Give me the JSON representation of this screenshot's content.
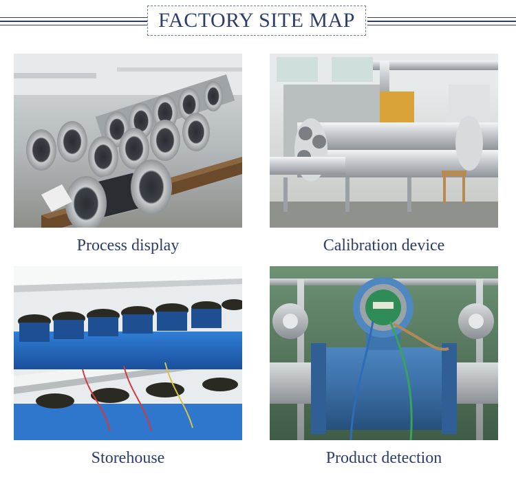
{
  "page": {
    "title": "FACTORY SITE MAP"
  },
  "colors": {
    "accent": "#2d3d6b"
  },
  "photos": [
    {
      "caption": "Process display",
      "image": "flowmeter-pipes-on-workbench"
    },
    {
      "caption": "Calibration device",
      "image": "pipe-calibration-rig"
    },
    {
      "caption": "Storehouse",
      "image": "blue-housings-on-shelves"
    },
    {
      "caption": "Product detection",
      "image": "flowmeter-under-test"
    }
  ]
}
